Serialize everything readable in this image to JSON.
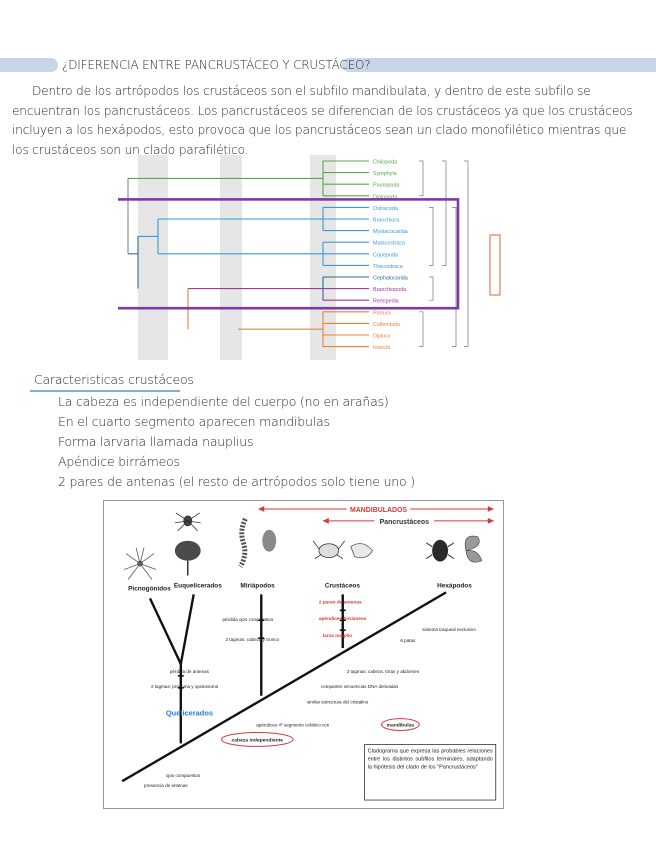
{
  "title": "¿DIFERENCIA ENTRE PANCRUSTÁCEO Y CRUSTÁCEO?",
  "intro": "Dentro de los artrópodos los crustáceos son el subfilo mandibulata, y dentro de este subfilo se encuentran los pancrustáceos. Los pancrustáceos se diferencian de los crustáceos ya que los crustáceos incluyen a los hexápodos, esto provoca que los pancrustáceos sean un clado monofilético mientras que los crustáceos son un clado parafilético.",
  "tree": {
    "taxa": [
      {
        "name": "Chilopoda",
        "color": "#5aa84a"
      },
      {
        "name": "Symphyla",
        "color": "#5aa84a"
      },
      {
        "name": "Pauropoda",
        "color": "#5aa84a"
      },
      {
        "name": "Diplopoda",
        "color": "#5aa84a"
      },
      {
        "name": "Ostracoda",
        "color": "#3a9ad8"
      },
      {
        "name": "Branchiura",
        "color": "#3a9ad8"
      },
      {
        "name": "Mystacocarida",
        "color": "#3a9ad8"
      },
      {
        "name": "Malacostraca",
        "color": "#3a9ad8"
      },
      {
        "name": "Copepoda",
        "color": "#3a9ad8"
      },
      {
        "name": "Thecostraca",
        "color": "#3a9ad8"
      },
      {
        "name": "Cephalocarida",
        "color": "#2a6a9a"
      },
      {
        "name": "Branchiopoda",
        "color": "#a03a9a"
      },
      {
        "name": "Remipedia",
        "color": "#a03a9a"
      },
      {
        "name": "Protura",
        "color": "#e8823a"
      },
      {
        "name": "Collembola",
        "color": "#e8823a"
      },
      {
        "name": "Diplura",
        "color": "#e8823a"
      },
      {
        "name": "Insecta",
        "color": "#e8823a"
      }
    ],
    "highlight_color": "#7a3aaa"
  },
  "characteristics": {
    "heading": "Caracteristicas crustáceos",
    "items": [
      "La cabeza es independiente del cuerpo (no en arañas)",
      "En el cuarto segmento aparecen mandibulas",
      "Forma larvaria llamada nauplius",
      "Apéndice birrámeos",
      "2 pares de antenas (el resto de artrópodos solo tiene uno )"
    ]
  },
  "cladogram": {
    "top_label": "MANDIBULADOS",
    "sub_label": "Pancrustáceos",
    "groups": [
      "Picnogónidos",
      "Euquelicerados",
      "Miriápodos",
      "Crustáceos",
      "Hexápodos"
    ],
    "clade_label": "Quelicerados",
    "red_traits": [
      "2 pares de antenas",
      "apéndices birrámeos",
      "larva nauplio"
    ],
    "traits": {
      "ojos": "pérdida ojos compuestos",
      "tagmas_miria": "2 tagmas: cabeza y tronco",
      "sistema": "sistema traqueal exclusivo",
      "patas": "6 patas",
      "tagmas_crust": "3 tagmas: cabeza, tórax y abdomen",
      "adn": "comparten secuencias DNA derivadas",
      "cristalino": "similar estructura del cristalino",
      "perdida_antenas": "pérdida de antenas",
      "tagmas_queli": "2 tagmas: prosoma y opistosoma",
      "apendices": "apéndices 4º segmento cefálico con",
      "mandibulas": "mandíbulas",
      "cabeza": "cabeza independiente",
      "compuestos": "ojos compuestos",
      "presencia": "presencia de antenas"
    },
    "caption": "Cladograma que expresa las probables relaciones entre los distintos subfilos terminales, adaptando la hipótesis del clado de los \"Pancrustáceos\""
  }
}
